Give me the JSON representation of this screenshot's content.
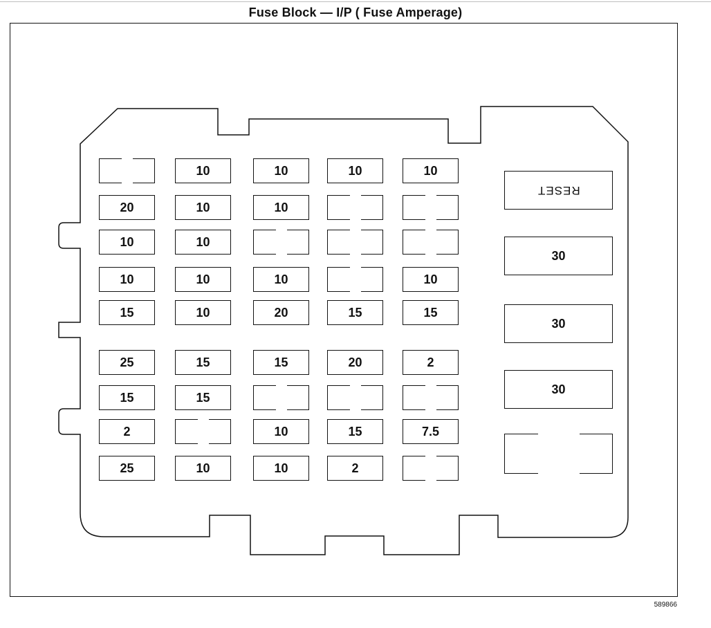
{
  "title": "Fuse Block — I/P ( Fuse Amperage)",
  "figure_id": "589866",
  "fuse_grid": [
    [
      "",
      "10",
      "10",
      "10",
      "10"
    ],
    [
      "20",
      "10",
      "10",
      "",
      ""
    ],
    [
      "10",
      "10",
      "",
      "",
      ""
    ],
    [
      "10",
      "10",
      "10",
      "",
      "10"
    ],
    [
      "15",
      "10",
      "20",
      "15",
      "15"
    ],
    [
      "25",
      "15",
      "15",
      "20",
      "2"
    ],
    [
      "15",
      "15",
      "",
      "",
      ""
    ],
    [
      "2",
      "",
      "10",
      "15",
      "7.5"
    ],
    [
      "25",
      "10",
      "10",
      "2",
      ""
    ]
  ],
  "right_column": [
    "RESET",
    "30",
    "30",
    "30",
    ""
  ]
}
